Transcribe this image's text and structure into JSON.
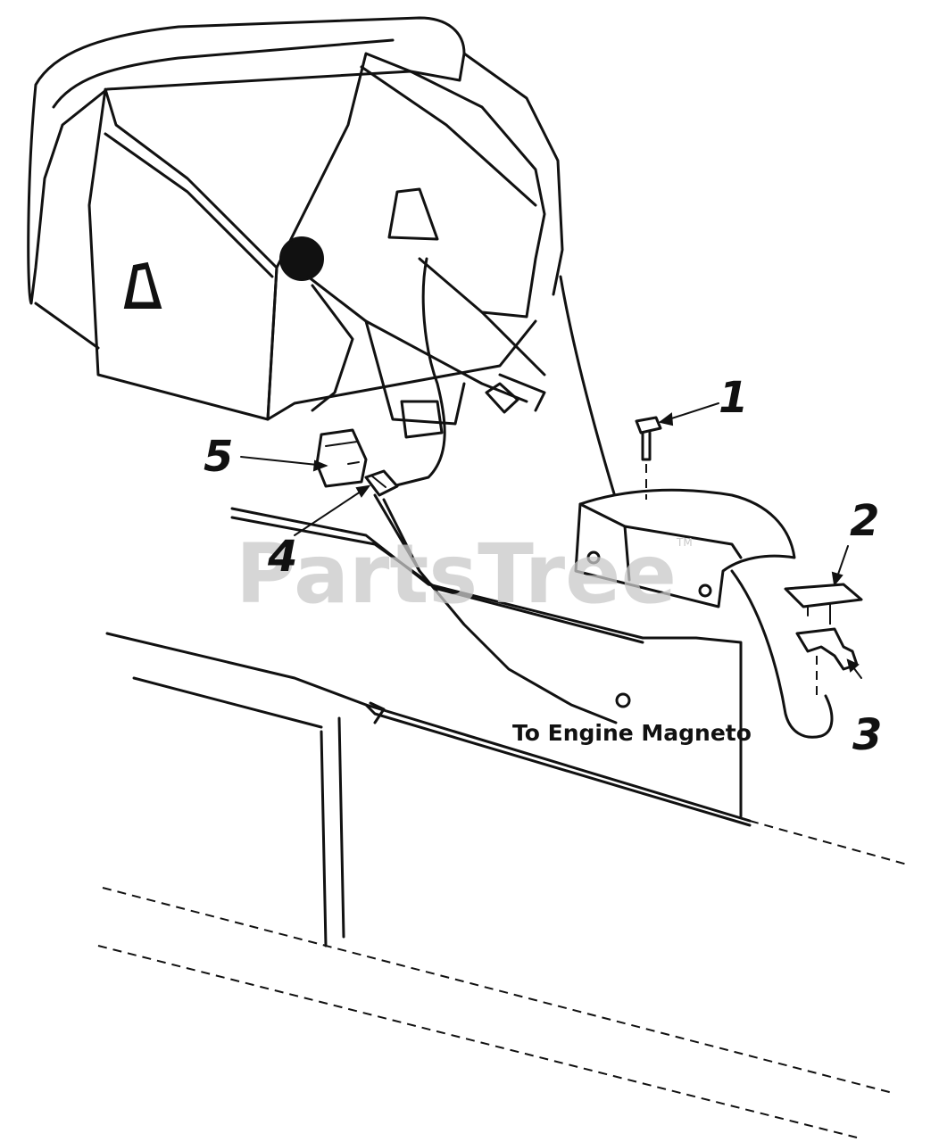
{
  "callouts": [
    "1",
    "2",
    "3",
    "4",
    "5"
  ],
  "caption": "To Engine Magneto",
  "watermark": {
    "text": "PartsTree",
    "trademark": "TM"
  },
  "colors": {
    "ink": "#111111",
    "watermark": "#c8c8c8",
    "background": "#ffffff"
  }
}
